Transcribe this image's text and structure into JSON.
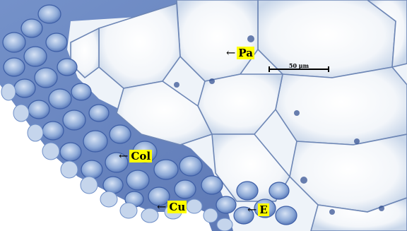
{
  "labels": [
    {
      "id": "parenchyma",
      "text": "Pa"
    },
    {
      "id": "collenchyma",
      "text": "Col"
    },
    {
      "id": "cuticle",
      "text": "Cu"
    },
    {
      "id": "epidermis",
      "text": "E"
    }
  ],
  "arrow_glyph": "←",
  "scale_bar": {
    "label": "50 µm"
  },
  "colors": {
    "stain_dark": "#2f4f9a",
    "stain_mid": "#7f9fd0",
    "stain_light": "#c8d8ee",
    "cell_interior": "#fbfcfd",
    "label_highlight": "#ffff00"
  }
}
